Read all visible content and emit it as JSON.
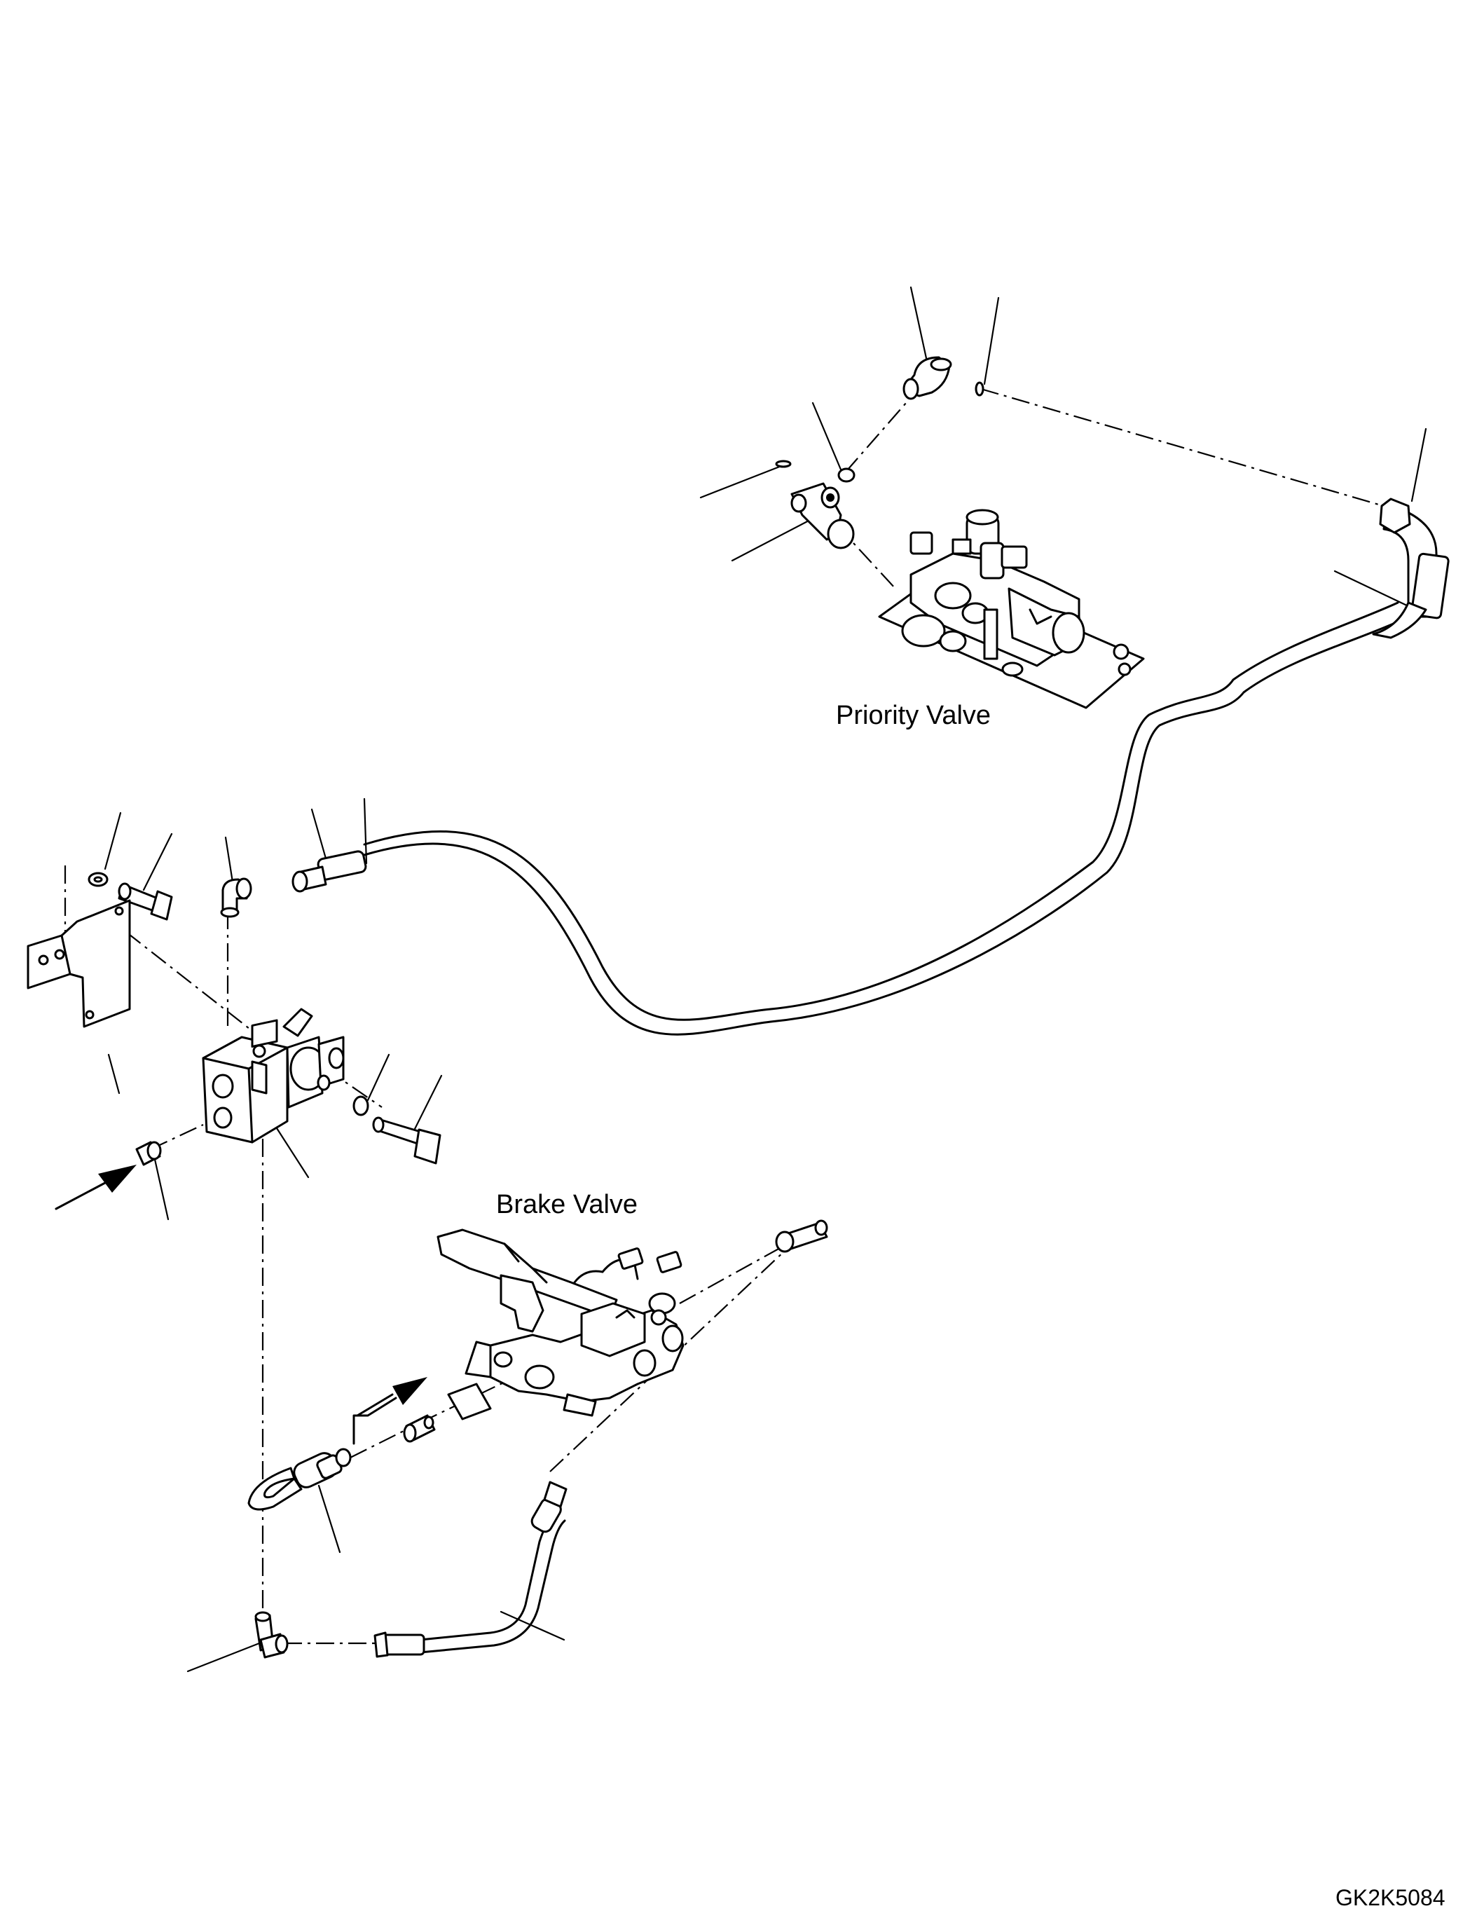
{
  "labels": {
    "priority_valve": "Priority Valve",
    "brake_valve": "Brake Valve",
    "drawing_code": "GK2K5084"
  }
}
